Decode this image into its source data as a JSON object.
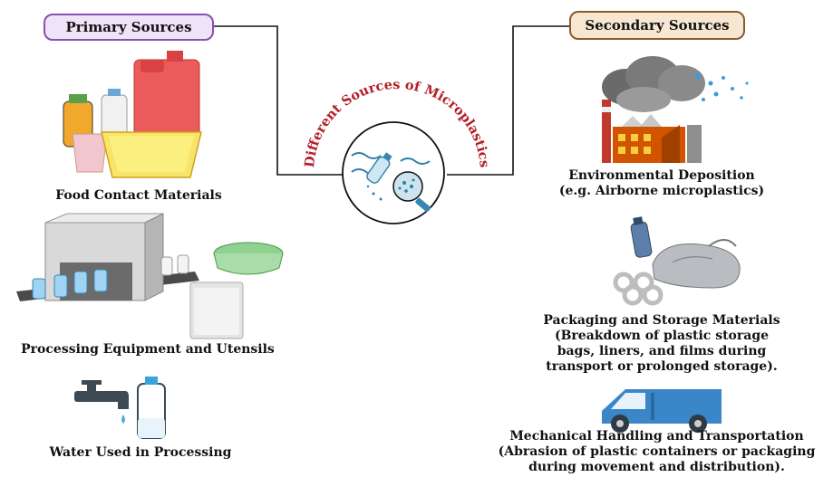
{
  "primary": {
    "title": "Primary Sources",
    "items": [
      {
        "label": "Food Contact Materials"
      },
      {
        "label": "Processing Equipment and Utensils"
      },
      {
        "label": "Water Used in Processing"
      }
    ]
  },
  "secondary": {
    "title": "Secondary Sources",
    "items": [
      {
        "lines": [
          "Environmental Deposition",
          "(e.g. Airborne microplastics)"
        ]
      },
      {
        "lines": [
          "Packaging and Storage Materials",
          "(Breakdown of plastic storage",
          "bags, liners, and films during",
          "transport or prolonged storage)."
        ]
      },
      {
        "lines": [
          "Mechanical Handling and Transportation",
          "(Abrasion of plastic containers or packaging",
          "during movement and distribution)."
        ]
      }
    ]
  },
  "center": {
    "title": "Different Sources of Microplastics"
  },
  "colors": {
    "primary_pill_bg": "#efe3f7",
    "primary_pill_border": "#8a4fb0",
    "secondary_pill_bg": "#f7e6d2",
    "secondary_pill_border": "#8a5a2b",
    "center_title": "#b3202a",
    "connector": "#111111"
  }
}
